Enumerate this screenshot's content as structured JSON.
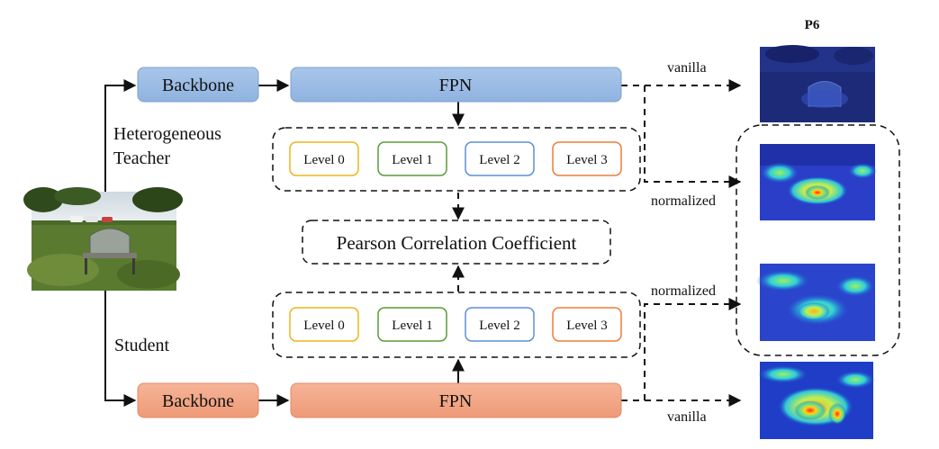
{
  "teacher": {
    "label_line1": "Heterogeneous",
    "label_line2": "Teacher",
    "backbone": "Backbone",
    "fpn": "FPN",
    "levels": [
      "Level 0",
      "Level 1",
      "Level 2",
      "Level 3"
    ]
  },
  "student": {
    "label": "Student",
    "backbone": "Backbone",
    "fpn": "FPN",
    "levels": [
      "Level 0",
      "Level 1",
      "Level 2",
      "Level 3"
    ]
  },
  "pcc": "Pearson Correlation Coefficient",
  "maps": {
    "title": "P6",
    "vanilla_top": "vanilla",
    "normalized_teacher": "normalized",
    "normalized_student": "normalized",
    "vanilla_bottom": "vanilla"
  },
  "colors": {
    "teacher_fill": "#9dbde4",
    "student_fill": "#f2a98a",
    "level0": "#f0b31a",
    "level1": "#5a9a3a",
    "level2": "#5b8fd6",
    "level3": "#ee7d3a"
  }
}
